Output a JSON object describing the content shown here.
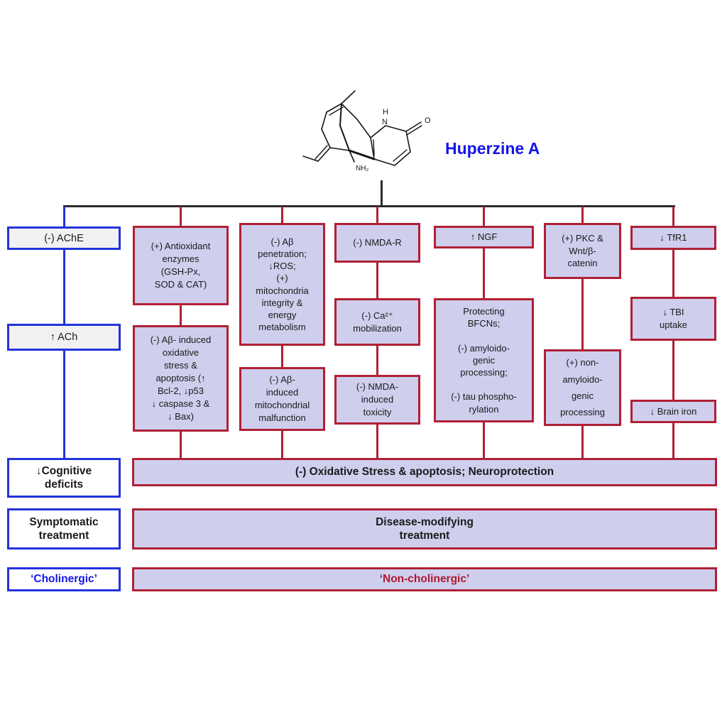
{
  "title": "Huperzine A",
  "molecule": {
    "h_label": "H",
    "n_label": "N",
    "o_label": "O",
    "nh2_label": "NH₂"
  },
  "cholinergic": {
    "ache": "(-) AChE",
    "ach": "↑ ACh",
    "outcome": "↓Cognitive\ndeficits",
    "treatment": "Symptomatic\ntreatment",
    "class_label": "‘Cholinergic’"
  },
  "columns": [
    {
      "top": "(+) Antioxidant\nenzymes\n(GSH-Px,\nSOD & CAT)",
      "bottom": "(-) Aβ- induced\noxidative\nstress &\napoptosis (↑\nBcl-2, ↓p53\n↓ caspase 3 &\n↓ Bax)"
    },
    {
      "top": "(-) Aβ\npenetration;\n↓ROS;\n(+)\nmitochondria\nintegrity &\nenergy\nmetabolism",
      "bottom": "(-) Aβ-\ninduced\nmitochondrial\nmalfunction"
    },
    {
      "top": "(-) NMDA-R",
      "middle": "(-) Ca²⁺\nmobilization",
      "bottom": "(-) NMDA-\ninduced\ntoxicity"
    },
    {
      "top": "↑ NGF",
      "bottom": "Protecting\nBFCNs;\n\n(-) amyloido-\ngenic\nprocessing;\n\n(-) tau phospho-\nrylation"
    },
    {
      "top": "(+) PKC &\nWnt/β-\ncatenin",
      "bottom": "(+) non-\namyloido-\ngenic\nprocessing"
    },
    {
      "top": "↓ TfR1",
      "middle": "↓ TBI\nuptake",
      "bottom": "↓ Brain iron"
    }
  ],
  "noncholinergic": {
    "outcome": "(-) Oxidative Stress & apoptosis; Neuroprotection",
    "treatment": "Disease-modifying\ntreatment",
    "class_label": "‘Non-cholinergic’"
  },
  "colors": {
    "pathway_red": "#b02035",
    "cholinergic_blue": "#2233dd",
    "box_fill": "#cfceed",
    "title_blue": "#1414e8",
    "noncholinergic_text": "#b01830"
  }
}
